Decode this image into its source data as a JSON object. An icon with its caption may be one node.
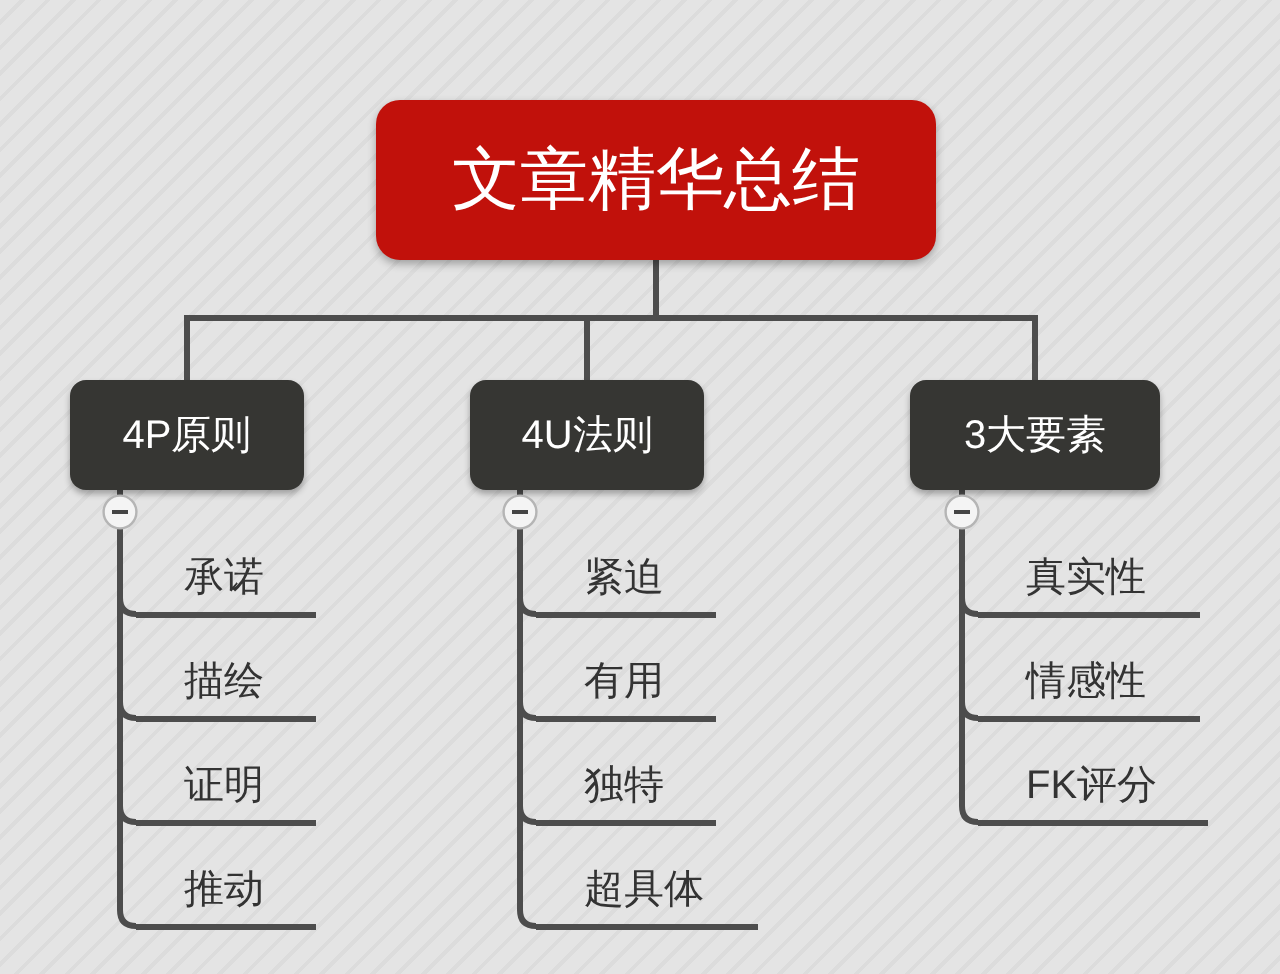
{
  "diagram": {
    "nodes": [
      {
        "text": [
          "文章精华总结"
        ]
      },
      {
        "text": [
          "4P原则"
        ]
      },
      {
        "text": [
          "4U法则"
        ]
      },
      {
        "text": [
          "3大要素"
        ]
      },
      {
        "text": [
          "承诺"
        ]
      },
      {
        "text": [
          "描绘"
        ]
      },
      {
        "text": [
          "证明"
        ]
      },
      {
        "text": [
          "推动"
        ]
      },
      {
        "text": [
          "紧迫"
        ]
      },
      {
        "text": [
          "有用"
        ]
      },
      {
        "text": [
          "独特"
        ]
      },
      {
        "text": [
          "超具体"
        ]
      },
      {
        "text": [
          "真实性"
        ]
      },
      {
        "text": [
          "情感性"
        ]
      },
      {
        "text": [
          "FK评分"
        ]
      }
    ],
    "edges": [
      {
        "from": 0,
        "to": 1,
        "arrow": "none"
      },
      {
        "from": 0,
        "to": 2,
        "arrow": "none"
      },
      {
        "from": 0,
        "to": 3,
        "arrow": "none"
      },
      {
        "from": 1,
        "to": 4,
        "arrow": "none"
      },
      {
        "from": 1,
        "to": 5,
        "arrow": "none"
      },
      {
        "from": 1,
        "to": 6,
        "arrow": "none"
      },
      {
        "from": 1,
        "to": 7,
        "arrow": "none"
      },
      {
        "from": 2,
        "to": 8,
        "arrow": "none"
      },
      {
        "from": 2,
        "to": 9,
        "arrow": "none"
      },
      {
        "from": 2,
        "to": 10,
        "arrow": "none"
      },
      {
        "from": 2,
        "to": 11,
        "arrow": "none"
      },
      {
        "from": 3,
        "to": 12,
        "arrow": "none"
      },
      {
        "from": 3,
        "to": 13,
        "arrow": "none"
      },
      {
        "from": 3,
        "to": 14,
        "arrow": "none"
      }
    ]
  }
}
